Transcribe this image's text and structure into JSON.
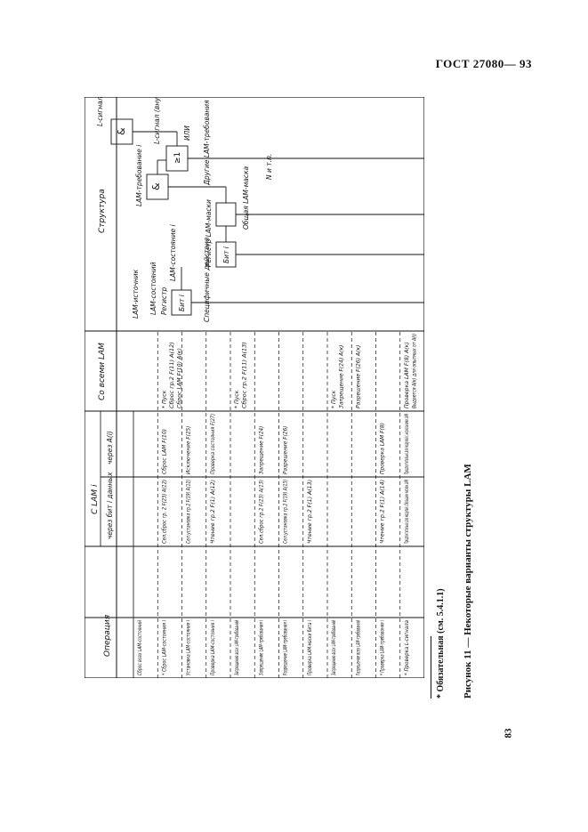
{
  "header": {
    "standard": "ГОСТ 27080— 93"
  },
  "page_number": "83",
  "table": {
    "headers": {
      "operation": "Операция",
      "c_lam_i": "С LAM i",
      "via_data_bit": "через бит i данных",
      "via_address": "через A(i)",
      "all_lam": "Со всеми LAM",
      "structure": "Структура"
    },
    "rows": [
      {
        "op": "Сброс всех LAM-состояний",
        "bit": "",
        "addr": "",
        "all": ""
      },
      {
        "op": "* Сброс LAM-состояния i",
        "bit": "Сел.сброс гр. 2 F(23) A(12)",
        "addr": "Сброс LAM F(10)",
        "all": [
          "* Пуск",
          "Сброс гр.2 F(11) A(12)",
          "Сброс LAM F(10) A(к)"
        ]
      },
      {
        "op": "Установка LAM-состояния i",
        "bit": "Сел.установка гр.2 F(19) A(12)",
        "addr": "Исключение F(25)",
        "all": ""
      },
      {
        "op": "Проверка LAM-состояния i",
        "bit": "Чтение гр.2 F(1) A(12)",
        "addr": "Проверка состояния F(27)",
        "all": ""
      },
      {
        "op": "Запрещение всех LAM-требований",
        "bit": "",
        "addr": "",
        "all": [
          "* Пуск",
          "Сброс гр.2 F(11) A(13)"
        ]
      },
      {
        "op": "Запрещение LAM-требования i",
        "bit": "Сел.сброс гр.2 F(23) A(13)",
        "addr": "Запрещение F(24)",
        "all": ""
      },
      {
        "op": "Разрешение LAM-требования i",
        "bit": "Сел.установка гр.2 F(19) A(13)",
        "addr": "Разрешение F(26)",
        "all": ""
      },
      {
        "op": "Проверка LAM-маски бита i",
        "bit": "Чтение гр.2 F(1) A(13)",
        "addr": "",
        "all": ""
      },
      {
        "op": "Запрещение всех LAM-требований",
        "bit": "",
        "addr": "",
        "all": [
          "* Пуск",
          "Запрещение F(24) A(к)"
        ]
      },
      {
        "op": "Разрешение всех LAM-требований",
        "bit": "",
        "addr": "",
        "all": [
          "Разрешение F(26) A(к)"
        ]
      },
      {
        "op": "* Проверка LAM-требования i",
        "bit": "Чтение гр.2 F(1) A(14)",
        "addr": "Проверка LAM F(8)",
        "all": ""
      },
      {
        "op": "* Проверка L-сигнала",
        "bit": "Предпочтительно для модулей с большим числом LAM",
        "addr": "Предпочтительно для модулей с несколькими LAM",
        "all": [
          "Проверка LAM F(8) A(к)",
          "Выдается A(к) для опытных от A(i)"
        ]
      }
    ]
  },
  "structure": {
    "labels": {
      "lam_source": "LAM-источник",
      "register": "Регистр",
      "lam_states": "LAM-состояний",
      "specific_actions": "Специфичные действия",
      "bit_i": "Бит i",
      "lam_state_i": "LAM-состояние i",
      "mask_register": "Регистр LAM-маски",
      "common_mask": "Общая LAM-маска",
      "and": "&",
      "or": "≥1",
      "or_label": "ИЛИ",
      "lam_request_i": "LAM-требование i",
      "other_lam": "Другие LAM-требования",
      "l_signal_internal": "L-сигнал (внутренний)",
      "l_signal_crate": "L-сигнал магистрали крейта",
      "n_etc": "N и т.п."
    }
  },
  "footnote": "* Обязательная (см. 5.4.1.1)",
  "caption": "Рисунок 11 — Некоторые варианты структуры LAM"
}
